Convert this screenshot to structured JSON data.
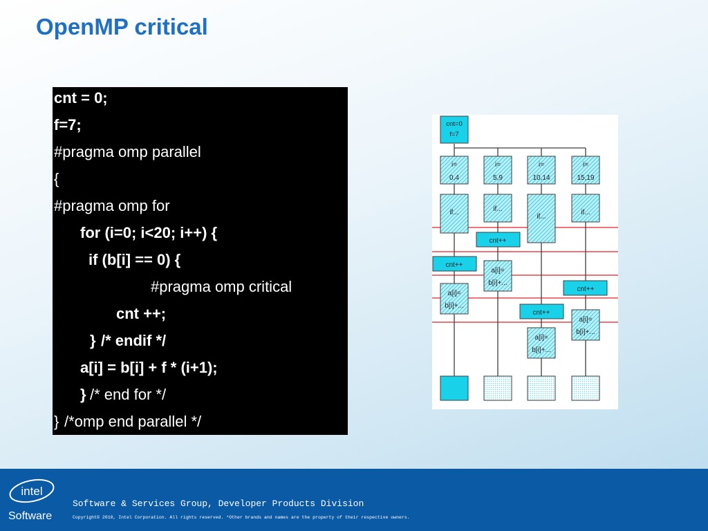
{
  "slide": {
    "title": "OpenMP critical"
  },
  "code": {
    "lines": [
      "cnt = 0;",
      "f=7;",
      "#pragma omp parallel",
      "{",
      "#pragma omp for",
      "for (i=0; i<20; i++) {",
      "if (b[i] == 0) {",
      "#pragma omp critical",
      "cnt ++;",
      "}",
      "/* endif */",
      "a[i] = b[i] + f * (i+1);",
      "}",
      "/* end for */",
      "}",
      "/*omp end parallel */"
    ]
  },
  "diagram": {
    "init_box": [
      "cnt=0",
      "f=7"
    ],
    "ranges": [
      [
        "i=",
        "0,4"
      ],
      [
        "i=",
        "5,9"
      ],
      [
        "i=",
        "10,14"
      ],
      [
        "i=",
        "15,19"
      ]
    ],
    "if_label": "if...",
    "cnt_label": "cnt++",
    "assign_label": [
      "a[i]=",
      "b[i]+..."
    ],
    "colors": {
      "cyan": "#19d2ea",
      "hatch": "#9fe7f2",
      "red_line": "#e5212b",
      "dark_line": "#3d3d3d"
    }
  },
  "footer": {
    "logo_text": "intel",
    "logo_sub": "Software",
    "division": "Software & Services Group, Developer Products Division",
    "copyright": "Copyright© 2010, Intel Corporation. All rights reserved. *Other brands and names are the property of their respective owners."
  }
}
